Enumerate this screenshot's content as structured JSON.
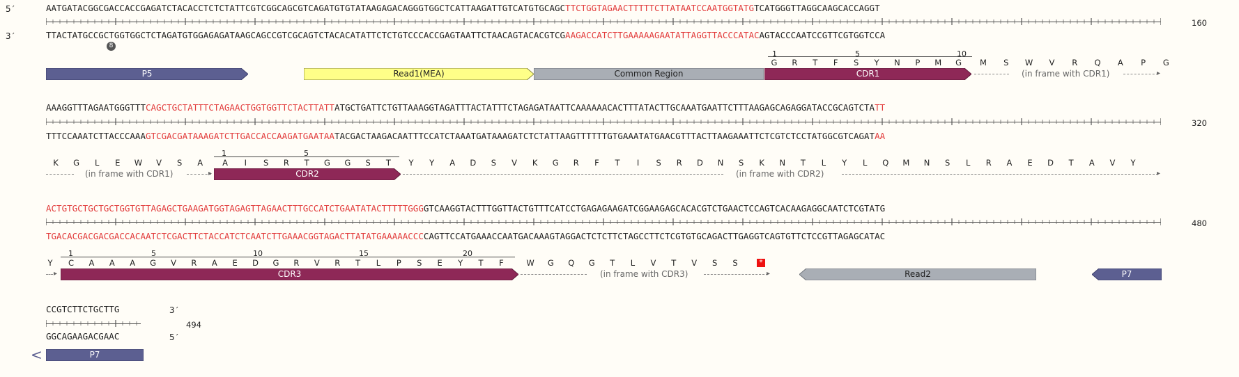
{
  "strand_labels": {
    "five_top": "5′",
    "three_top": "3′",
    "three_end": "3′",
    "five_end": "5′"
  },
  "rows": [
    {
      "top_segments": [
        {
          "text": "AATGATACGGCGACCACCGAGATCTACACCTCTCTATTCGTCGGCAGCGTCAGATGTGTATAAGAGACAGGGTGGCTCATTAAGATTGTCATGTGCAGC",
          "red": false
        },
        {
          "text": "TTCTGGTAGAACTTTTTCTTATAATCCAATGGTATG",
          "red": true
        },
        {
          "text": "TCATGGGTTAGGCAAGCACCAGGT",
          "red": false
        }
      ],
      "bottom_segments": [
        {
          "text": "TTACTATGCCGCTGGTGGCTCTAGATGTGGAGAGATAAGCAGCCGTCGCAGTCTACACATATTCTCTGTCCCACCGAGTAATTCTAACAGTACACGTCG",
          "red": false
        },
        {
          "text": "AAGACCATCTTGAAAAAGAATATTAGGTTACCCATAC",
          "red": true
        },
        {
          "text": "AGTACCCAATCCGTTCGTGGTCCA",
          "red": false
        }
      ],
      "position": "160",
      "badge": "8"
    },
    {
      "top_segments": [
        {
          "text": "AAAGGTTTAGAATGGGTTT",
          "red": false
        },
        {
          "text": "CAGCTGCTATTTCTAGAACTGGTGGTTCTACTTATT",
          "red": true
        },
        {
          "text": "ATGCTGATTCTGTTAAAGGTAGATTTACTATTTCTAGAGATAATTCAAAAAACACTTTATACTTGCAAATGAATTCTTTAAGAGCAGAGGATACCGCAGTCTA",
          "red": false
        },
        {
          "text": "TT",
          "red": true
        }
      ],
      "bottom_segments": [
        {
          "text": "TTTCCAAATCTTACCCAAA",
          "red": false
        },
        {
          "text": "GTCGACGATAAAGATCTTGACCACCAAGATGAATAA",
          "red": true
        },
        {
          "text": "TACGACTAAGACAATTTCCATCTAAATGATAAAGATCTCTATTAAGTTTTTTGTGAAATATGAACGTTTACTTAAGAAATTCTCGTCTCCTATGGCGTCAGAT",
          "red": false
        },
        {
          "text": "AA",
          "red": true
        }
      ],
      "position": "320"
    },
    {
      "top_segments": [
        {
          "text": "ACTGTGCTGCTGCTGGTGTTAGAGCTGAAGATGGTAGAGTTAGAACTTTGCCATCTGAATATACTTTTTGGG",
          "red": true
        },
        {
          "text": "GTCAAGGTACTTTGGTTACTGTTTCATCCTGAGAGAAGATCGGAAGAGCACACGTCTGAACTCCAGTCACAAGAGGCAATCTCGTATG",
          "red": false
        }
      ],
      "bottom_segments": [
        {
          "text": "TGACACGACGACGACCACAATCTCGACTTCTACCATCTCAATCTTGAAACGGTAGACTTATATGAAAAACCC",
          "red": true
        },
        {
          "text": "CAGTTCCATGAAACCAATGACAAAGTAGGACTCTCTTCTAGCCTTCTCGTGTGCAGACTTGAGGTCAGTGTTCTCCGTTAGAGCATAC",
          "red": false
        }
      ],
      "position": "480"
    },
    {
      "top_segments": [
        {
          "text": "CCGTCTTCTGCTTG",
          "red": false
        }
      ],
      "bottom_segments": [
        {
          "text": "GGCAGAAGACGAAC",
          "red": false
        }
      ],
      "position": "494"
    }
  ],
  "features": {
    "p5": "P5",
    "read1": "Read1(MEA)",
    "common": "Common Region",
    "cdr1": "CDR1",
    "cdr2": "CDR2",
    "cdr3": "CDR3",
    "read2": "Read2",
    "p7a": "P7",
    "p7b": "P7"
  },
  "frame_notes": {
    "cdr1_r1": "(in frame with CDR1)",
    "cdr1_r2": "(in frame with CDR1)",
    "cdr2_r2": "(in frame with CDR2)",
    "cdr3_r3": "(in frame with CDR3)"
  },
  "translations": {
    "row1_cdr1": [
      "G",
      "R",
      "T",
      "F",
      "S",
      "Y",
      "N",
      "P",
      "M",
      "G"
    ],
    "row1_after": [
      "M",
      "S",
      "W",
      "V",
      "R",
      "Q",
      "A",
      "P",
      "G"
    ],
    "row2_before": [
      "K",
      "G",
      "L",
      "E",
      "W",
      "V",
      "S",
      "A"
    ],
    "row2_cdr2": [
      "A",
      "I",
      "S",
      "R",
      "T",
      "G",
      "G",
      "S",
      "T"
    ],
    "row2_after": [
      "Y",
      "Y",
      "A",
      "D",
      "S",
      "V",
      "K",
      "G",
      "R",
      "F",
      "T",
      "I",
      "S",
      "R",
      "D",
      "N",
      "S",
      "K",
      "N",
      "T",
      "L",
      "Y",
      "L",
      "Q",
      "M",
      "N",
      "S",
      "L",
      "R",
      "A",
      "E",
      "D",
      "T",
      "A",
      "V",
      "Y"
    ],
    "row3_before": [
      "Y"
    ],
    "row3_cdr3": [
      "C",
      "A",
      "A",
      "A",
      "G",
      "V",
      "R",
      "A",
      "E",
      "D",
      "G",
      "R",
      "V",
      "R",
      "T",
      "L",
      "P",
      "S",
      "E",
      "Y",
      "T",
      "F"
    ],
    "row3_after": [
      "W",
      "G",
      "Q",
      "G",
      "T",
      "L",
      "V",
      "T",
      "V",
      "S",
      "S"
    ],
    "stop": "*"
  },
  "aa_numbers": {
    "cdr1": [
      "1",
      "5",
      "10"
    ],
    "cdr2": [
      "1",
      "5"
    ],
    "cdr3": [
      "1",
      "5",
      "10",
      "15",
      "20"
    ]
  },
  "colors": {
    "p_blue": "#5c5f91",
    "read_yellow": "#ffff88",
    "common_gray": "#a9aeb5",
    "cdr_maroon": "#8e2857",
    "red_seq": "#e23b3b",
    "background": "#fffdf7"
  }
}
